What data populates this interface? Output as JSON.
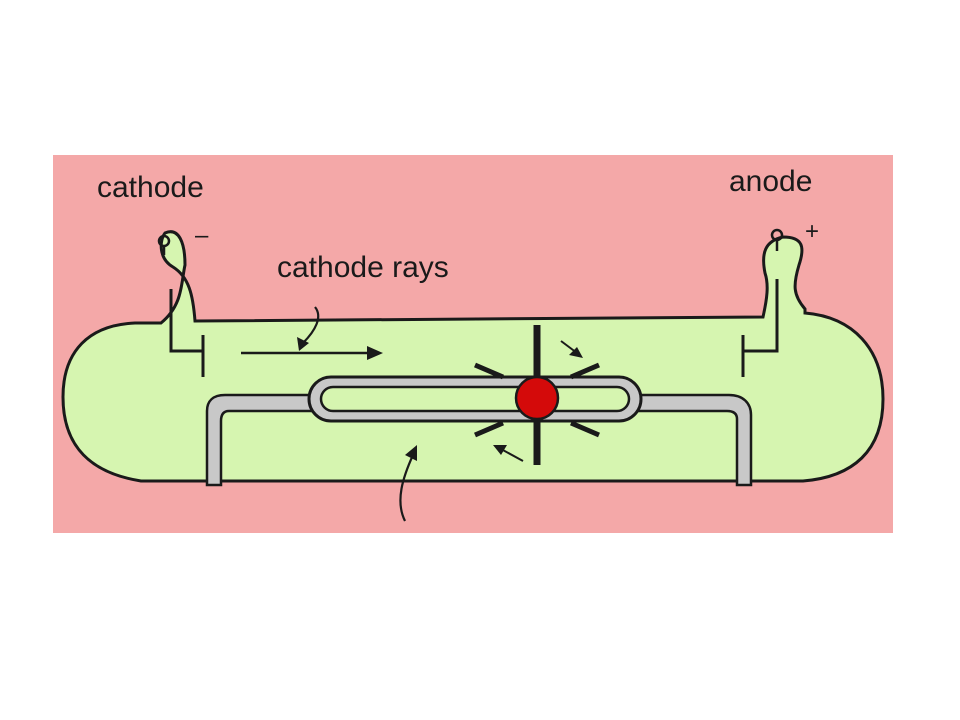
{
  "diagram": {
    "labels": {
      "cathode": "cathode",
      "anode": "anode",
      "cathode_rays": "cathode rays",
      "cathode_sign": "–",
      "anode_sign": "+"
    },
    "colors": {
      "panel_background": "#f4a8a8",
      "tube_fill": "#d6f5b0",
      "outline": "#1a1a1a",
      "rail_fill": "#c8c8c8",
      "glowing_ball": "#d40a0a"
    }
  }
}
